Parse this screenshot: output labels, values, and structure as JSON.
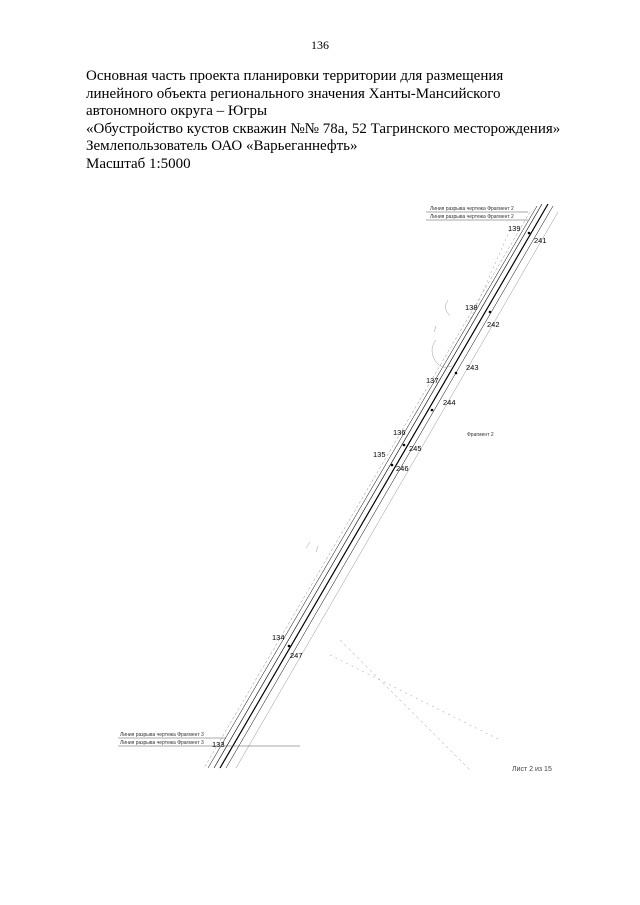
{
  "page_number": "136",
  "heading": {
    "line1": "Основная часть проекта планировки территории для размещения",
    "line2": "линейного объекта регионального значения Ханты-Мансийского",
    "line3": "автономного округа – Югры",
    "line4": "«Обустройство кустов скважин №№ 78а, 52 Тагринского месторождения»",
    "line5": "Землепользователь ОАО «Варьеганнефть»",
    "line6": "Масштаб 1:5000"
  },
  "map": {
    "top_break_1": "Линия разрыва чертежа Фрагмент 2",
    "top_break_2": "Линия разрыва чертежа Фрагмент 2",
    "bottom_break_1": "Линия разрыва чертежа Фрагмент 3",
    "bottom_break_2": "Линия разрыва чертежа Фрагмент 3",
    "fragment_label": "Фрагмент 2",
    "points": {
      "p139": "139",
      "p241": "241",
      "p138": "138",
      "p242": "242",
      "p137": "137",
      "p243": "243",
      "p244": "244",
      "p136": "136",
      "p245": "245",
      "p135": "135",
      "p246": "246",
      "p134": "134",
      "p247": "247",
      "p133": "133"
    }
  },
  "sheet_label": "Лист 2 из 15"
}
